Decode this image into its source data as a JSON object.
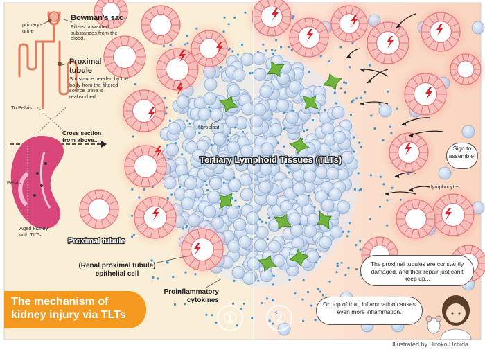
{
  "labels": {
    "bowmans_sac": "Bowman's sac",
    "bowmans_sac_desc": "Filters unwanted substances from the blood.",
    "primary_urine": "primary urine",
    "proximal_tubule_heading": "Proximal tubule",
    "proximal_tubule_desc": "Substance needed by the body from the filtered source urine is reabsorbed.",
    "to_pelvis": "To Pelvis",
    "cross_section": "Cross section from above...",
    "pelvis": "Pelvis",
    "aged_kidney": "Aged kidney with TLTs",
    "proximal_tubule": "Proximal tubule",
    "epithelial_cell": "(Renal proximal tubule) epithelial cell",
    "proinflammatory": "Proinflammatory cytokines",
    "fibroblast": "fibroblast",
    "tlts": "Tertiary Lymphoid Tissues (TLTs)",
    "lymphocytes": "lymphocytes",
    "sign_to_assemble": "Sign to assemble!",
    "title": "The mechanism of kidney injury via TLTs",
    "stage_one": "①",
    "stage_two": "②",
    "speech_1": "The proximal tubules are constantly damaged, and their repair just can't keep up...",
    "speech_2": "On top of that, inflammation causes even more inflammation.",
    "credit": "Illustrated by Hiroko Uchida"
  },
  "colors": {
    "left_bg": "#fbeed6",
    "right_bg": "#fbe3cf",
    "tubule_ring": "#e4767a",
    "tubule_glow": "#f6a7a3",
    "lymphocyte": "#c9d9ec",
    "lymphocyte_edge": "#7f9cc6",
    "fibroblast": "#6fb33c",
    "cytokine_dot": "#3b93d6",
    "lightning": "#e0232b",
    "kidney": "#d9467a",
    "title_box": "#f39a1e"
  }
}
